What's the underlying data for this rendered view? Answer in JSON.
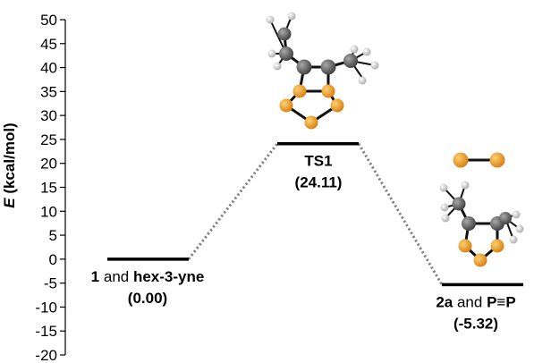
{
  "chart_data": {
    "type": "line",
    "title": "",
    "ylabel": {
      "symbol": "E",
      "unit": "(kcal/mol)"
    },
    "ylim": [
      -20,
      50
    ],
    "yticks": [
      50,
      45,
      40,
      35,
      30,
      25,
      20,
      15,
      10,
      5,
      0,
      -5,
      -10,
      -15,
      -20
    ],
    "connector_style": "dotted",
    "series": [
      {
        "points": [
          {
            "stage": 0,
            "y": 0.0,
            "value_label": "(0.00)",
            "label_parts": [
              {
                "text": "1",
                "bold": true
              },
              {
                "text": " and ",
                "bold": false
              },
              {
                "text": "hex-3-yne",
                "bold": true
              }
            ]
          },
          {
            "stage": 1,
            "y": 24.11,
            "value_label": "(24.11)",
            "label_parts": [
              {
                "text": "TS1",
                "bold": true
              }
            ]
          },
          {
            "stage": 2,
            "y": -5.32,
            "value_label": "(-5.32)",
            "label_parts": [
              {
                "text": "2a",
                "bold": true
              },
              {
                "text": " and ",
                "bold": false
              },
              {
                "text": "P≡P",
                "bold": true
              }
            ]
          }
        ]
      }
    ]
  },
  "colors": {
    "level": "#000000",
    "connector": "#808080",
    "phosphorus": "#e8901c",
    "carbon": "#5f5f5f",
    "hydrogen": "#d8d8d8",
    "bond": "#111111"
  },
  "icons": [
    "transition-state-molecule-image",
    "p2-molecule-image",
    "product-2a-molecule-image"
  ]
}
